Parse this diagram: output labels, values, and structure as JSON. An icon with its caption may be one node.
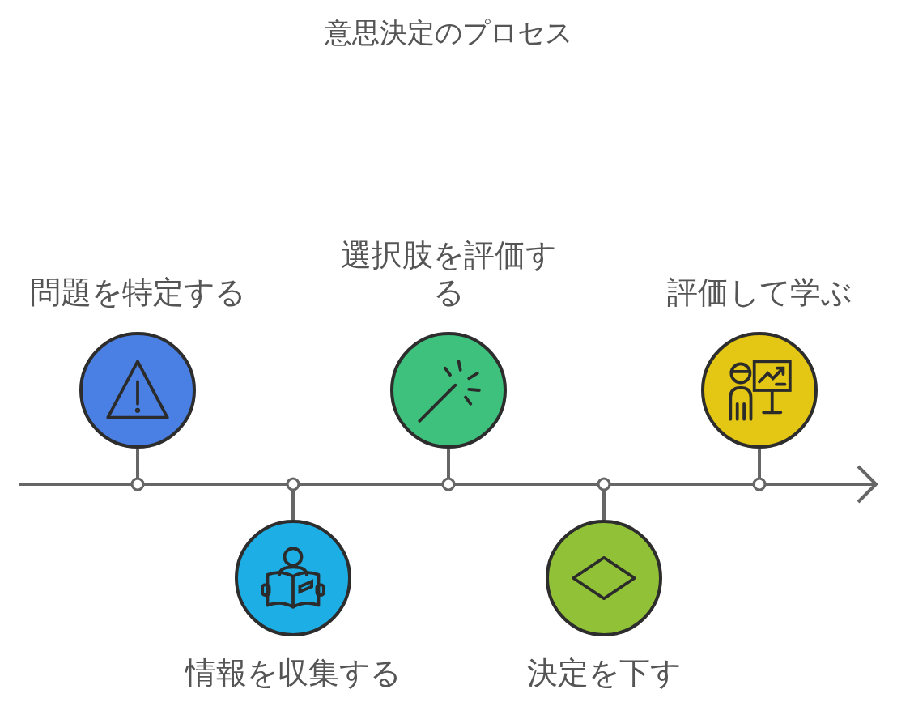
{
  "diagram": {
    "title": "意思決定のプロセス",
    "nodes": [
      {
        "text": [
          "問題を特定する"
        ]
      },
      {
        "text": [
          "情報を収集する"
        ]
      },
      {
        "text": [
          "選択肢を評価する"
        ]
      },
      {
        "text": [
          "決定を下す"
        ]
      },
      {
        "text": [
          "評価して学ぶ"
        ]
      },
      {
        "text": [],
        "shape": "arrow"
      }
    ],
    "edges": [
      {
        "from": 0,
        "to": 5,
        "arrow": "other"
      },
      {
        "from": 1,
        "to": 5,
        "arrow": "other"
      },
      {
        "from": 2,
        "to": 5,
        "arrow": "other"
      },
      {
        "from": 3,
        "to": 5,
        "arrow": "other"
      },
      {
        "from": 4,
        "to": 5,
        "arrow": "other"
      }
    ]
  }
}
